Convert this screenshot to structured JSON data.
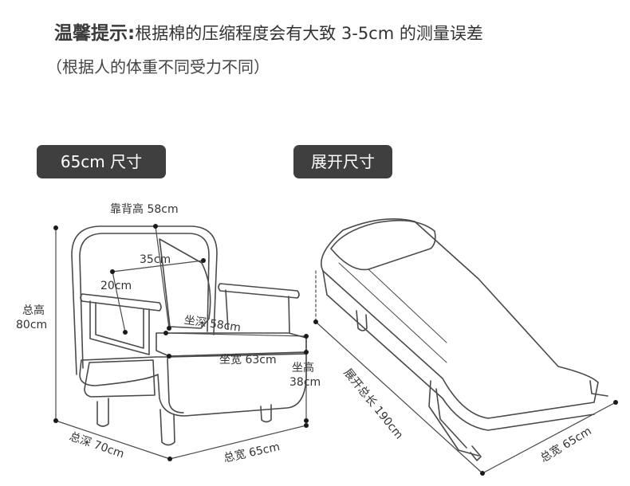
{
  "notice": {
    "label": "温馨提示:",
    "text": "根据棉的压缩程度会有大致 3-5cm 的测量误差",
    "subtext": "（根据人的体重不同受力不同）"
  },
  "tags": {
    "chair_mode": "65cm 尺寸",
    "bed_mode": "展开尺寸"
  },
  "chair_dims": {
    "backrest_height": "靠背高 58cm",
    "back_width": "35cm",
    "pillow": "20cm",
    "seat_depth": "坐深 58cm",
    "seat_width": "坐宽 63cm",
    "seat_height_label": "坐高",
    "seat_height_value": "38cm",
    "total_height_label": "总高",
    "total_height_value": "80cm",
    "total_depth": "总深 70cm",
    "total_width": "总宽 65cm"
  },
  "bed_dims": {
    "unfolded_length": "展开总长 190cm",
    "total_width": "总宽 65cm"
  }
}
